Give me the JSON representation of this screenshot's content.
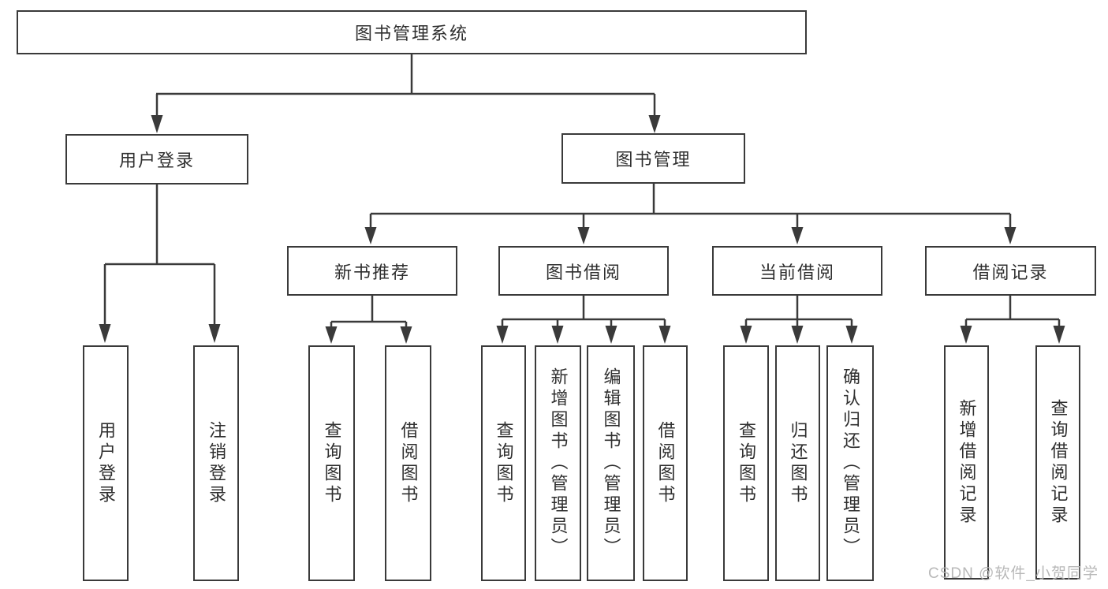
{
  "root": {
    "label": "图书管理系统"
  },
  "level2": {
    "user_login": {
      "label": "用户登录"
    },
    "book_mgmt": {
      "label": "图书管理"
    }
  },
  "level3": {
    "new_book": {
      "label": "新书推荐"
    },
    "borrow": {
      "label": "图书借阅"
    },
    "current": {
      "label": "当前借阅"
    },
    "records": {
      "label": "借阅记录"
    }
  },
  "level4": {
    "user_login": {
      "label": "用户登录"
    },
    "logout": {
      "label": "注销登录"
    },
    "nb_query": {
      "label": "查询图书"
    },
    "nb_borrow": {
      "label": "借阅图书"
    },
    "bb_query": {
      "label": "查询图书"
    },
    "bb_add": {
      "label": "新增图书（管理员）"
    },
    "bb_edit": {
      "label": "编辑图书（管理员）"
    },
    "bb_borrow": {
      "label": "借阅图书"
    },
    "cb_query": {
      "label": "查询图书"
    },
    "cb_return": {
      "label": "归还图书"
    },
    "cb_confirm": {
      "label": "确认归还（管理员）"
    },
    "br_add": {
      "label": "新增借阅记录"
    },
    "br_query": {
      "label": "查询借阅记录"
    }
  },
  "watermark": "CSDN @软件_小贺同学",
  "colors": {
    "line": "#3a3a3a",
    "text": "#2f2f2f",
    "background": "#ffffff",
    "watermark": "#b3b3b3"
  }
}
